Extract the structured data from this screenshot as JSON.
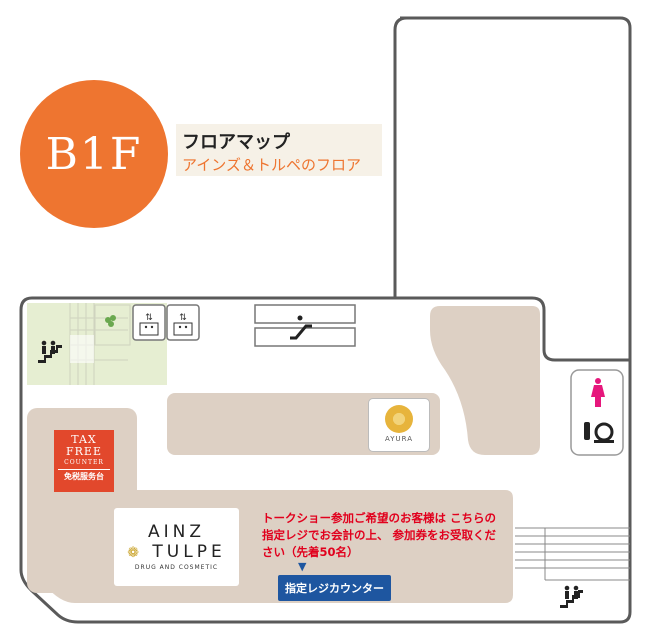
{
  "floor": {
    "badge_text": "B1F",
    "title": "フロアマップ",
    "subtitle": "アインズ＆トルペのフロア"
  },
  "tax_free": {
    "line1": "TAX",
    "line2": "FREE",
    "line3": "COUNTER",
    "line4": "免税服务台"
  },
  "stores": {
    "ainz_tulpe": {
      "line1": "AINZ",
      "line2": "TULPE",
      "tagline": "DRUG AND COSMETIC"
    },
    "ayura": {
      "label": "AYURA"
    }
  },
  "notice": {
    "text": "トークショー参加ご希望のお客様は こちらの指定レジでお会計の上、 参加券をお受取ください（先着50名）",
    "arrow": "▼",
    "register_label": "指定レジカウンター"
  },
  "icons": [
    "stairs-icon",
    "elevator-icon",
    "escalator-icon",
    "restroom-icon",
    "powder-room-icon",
    "shrub-icon"
  ],
  "colors": {
    "floor_badge": "#ee7530",
    "store_area": "#ddd0c4",
    "green_area": "#e6eed2",
    "tax_free": "#e2482c",
    "notice_text": "#e1001d",
    "register": "#1e56a0",
    "restroom_pink": "#e6177c"
  }
}
